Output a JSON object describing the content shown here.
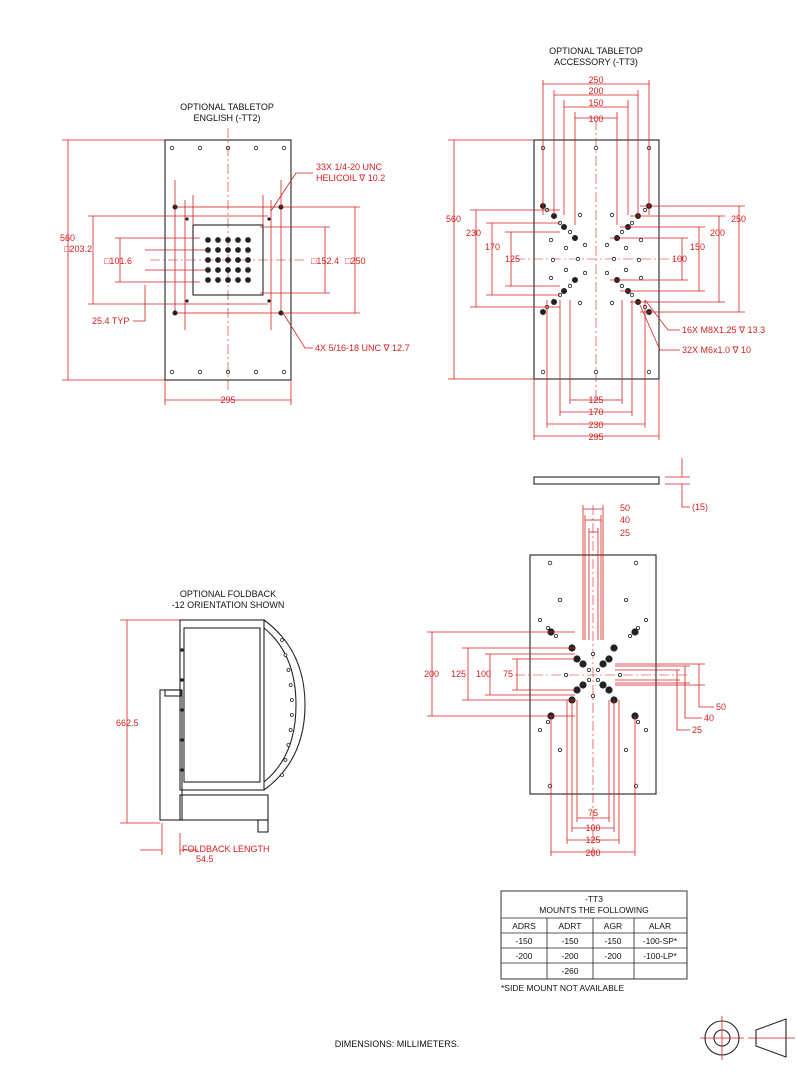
{
  "colors": {
    "outline": "#222222",
    "dimension": "#d41f1f"
  },
  "view_tt2": {
    "title_line1": "OPTIONAL TABLETOP",
    "title_line2": "ENGLISH (-TT2)",
    "callout_helicoil_1": "33X 1/4-20 UNC",
    "callout_helicoil_2": "HELICOIL ∇ 10.2",
    "callout_bolt": "4X 5/16-18 UNC ∇ 12.7",
    "dim_height": "560",
    "dim_width": "295",
    "dim_sq_203": "□203.2",
    "dim_sq_101": "□101.6",
    "dim_sq_152": "□152.4",
    "dim_250": "□250",
    "dim_pitch": "25.4 TYP"
  },
  "view_tt3": {
    "title_line1": "OPTIONAL TABLETOP",
    "title_line2": "ACCESSORY (-TT3)",
    "top_dims": [
      "250",
      "200",
      "150",
      "100"
    ],
    "bottom_dims": [
      "125",
      "170",
      "230",
      "295"
    ],
    "left_dims": [
      "560",
      "230",
      "170",
      "125"
    ],
    "right_dims": [
      "250",
      "200",
      "150",
      "100"
    ],
    "callout_m8": "16X M8X1.25 ∇ 13.3",
    "callout_m6": "32X M6x1.0 ∇ 10",
    "thickness": "(15)"
  },
  "view_plate": {
    "top_dims": [
      "50",
      "40",
      "25"
    ],
    "left_dims": [
      "200",
      "125",
      "100",
      "75"
    ],
    "right_dims": [
      "50",
      "40",
      "25"
    ],
    "bottom_dims": [
      "75",
      "100",
      "125",
      "200"
    ]
  },
  "view_foldback": {
    "title_line1": "OPTIONAL FOLDBACK",
    "title_line2": "-12 ORIENTATION SHOWN",
    "dim_height": "662.5",
    "foldback_label": "FOLDBACK LENGTH",
    "foldback_value": "54.5"
  },
  "mount_table": {
    "title_line1": "-TT3",
    "title_line2": "MOUNTS THE FOLLOWING",
    "headers": [
      "ADRS",
      "ADRT",
      "AGR",
      "ALAR"
    ],
    "rows": [
      [
        "-150",
        "-150",
        "-150",
        "-100-SP*"
      ],
      [
        "-200",
        "-200",
        "-200",
        "-100-LP*"
      ],
      [
        "",
        "-260",
        "",
        ""
      ]
    ],
    "footnote": "*SIDE MOUNT NOT AVAILABLE"
  },
  "footer": {
    "note": "DIMENSIONS:  MILLIMETERS."
  }
}
